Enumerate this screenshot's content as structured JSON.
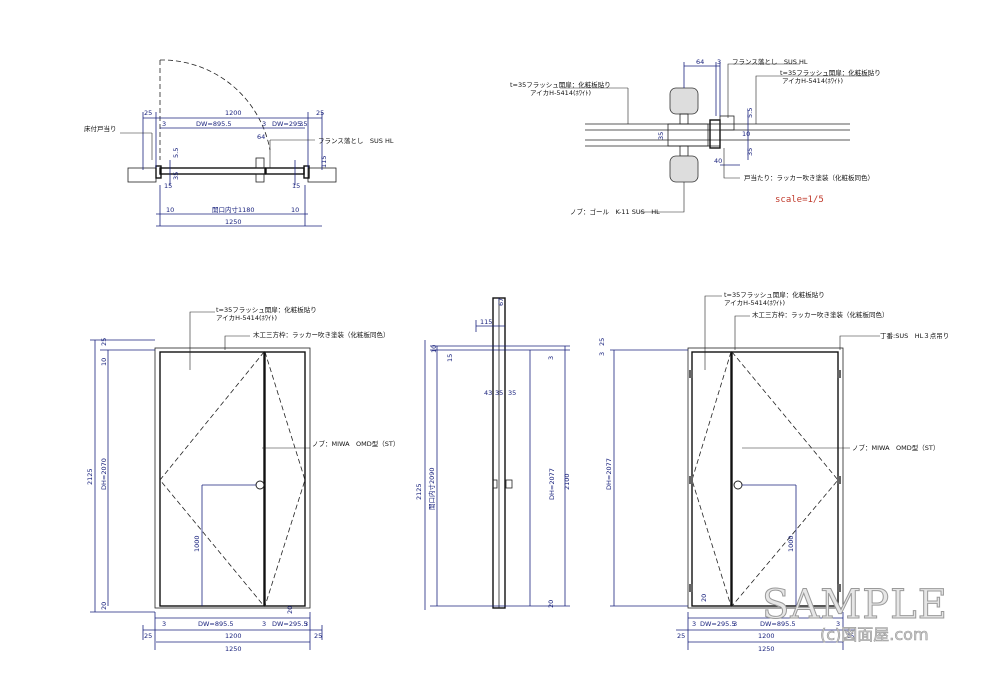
{
  "plan": {
    "label_floor_stop": "床付戸当り",
    "label_flush_bolt": "フランス落とし　SUS HL",
    "dim_25_left": "25",
    "dim_1200": "1200",
    "dim_25_right": "25",
    "dim_dw1": "DW=895.5",
    "dim_dw2": "DW=295.5",
    "dim_3a": "3",
    "dim_3b": "3",
    "dim_3c": "3",
    "dim_64": "64",
    "dim_55": "5.5",
    "dim_35": "35",
    "dim_115": "115",
    "dim_15a": "15",
    "dim_15b": "15",
    "dim_10a": "10",
    "dim_10b": "10",
    "dim_opening": "開口内寸1180",
    "dim_1250": "1250"
  },
  "detail": {
    "label_flush": "t=35フラッシュ開扉：化粧板貼り",
    "label_aica": "アイカH-5414(ﾎﾜｲﾄ)",
    "label_flush_bolt": "フランス落とし　SUS HL",
    "label_flush_r": "t=35フラッシュ開扉：化粧板貼り",
    "label_aica_r": "アイカH-5414(ﾎﾜｲﾄ)",
    "label_stop": "戸当たり：ラッカー吹き塗装（化粧板同色）",
    "label_knob": "ノブ：ゴール　K-11 SUS　HL",
    "dim_64": "64",
    "dim_3": "3",
    "dim_55": "5.5",
    "dim_35a": "35",
    "dim_35b": "35",
    "dim_40": "40",
    "dim_10": "10",
    "scale": "scale=1/5"
  },
  "elev_left": {
    "label_flush": "t=35フラッシュ開扉：化粧板貼り",
    "label_aica": "アイカH-5414(ﾎﾜｲﾄ)",
    "label_frame": "木工三方枠：ラッカー吹き塗装（化粧板同色）",
    "label_knob": "ノブ：MIWA　OMD型（ST）",
    "dim_2125": "2125",
    "dim_dh": "DH=2070",
    "dim_10": "10",
    "dim_25": "25",
    "dim_20": "20",
    "dim_1000": "1000",
    "dim_20b": "20",
    "dim_3a": "3",
    "dim_dw1": "DW=895.5",
    "dim_3b": "3",
    "dim_dw2": "DW=295.5",
    "dim_3c": "3",
    "dim_25a": "25",
    "dim_1200": "1200",
    "dim_25b": "25",
    "dim_1250": "1250"
  },
  "section": {
    "dim_67": "67",
    "dim_115": "115",
    "dim_10": "10",
    "dim_15": "15",
    "dim_43": "43",
    "dim_35a": "35",
    "dim_35b": "35",
    "dim_2125": "2125",
    "dim_opening": "開口内寸2090",
    "dim_dh": "DH=2077",
    "dim_2100": "2100",
    "dim_3": "3",
    "dim_20": "20"
  },
  "elev_right": {
    "label_flush": "t=35フラッシュ開扉：化粧板貼り",
    "label_aica": "アイカH-5414(ﾎﾜｲﾄ)",
    "label_frame": "木工三方枠：ラッカー吹き塗装（化粧板同色）",
    "label_hinge": "丁番:SUS　HL３点吊り",
    "label_knob": "ノブ：MIWA　OMD型（ST）",
    "dim_3": "3",
    "dim_25": "25",
    "dim_dh": "DH=2077",
    "dim_1000": "1000",
    "dim_20": "20",
    "dim_3a": "3",
    "dim_dw1": "DW=295.5",
    "dim_3b": "3",
    "dim_dw2": "DW=895.5",
    "dim_3c": "3",
    "dim_25a": "25",
    "dim_1200": "1200",
    "dim_25b": "25",
    "dim_1250": "1250"
  },
  "watermark": {
    "main": "SAMPLE",
    "sub": "(c)図面屋.com"
  },
  "colors": {
    "door_fill": "#fbe6d8",
    "dim_line": "#1a237e"
  }
}
